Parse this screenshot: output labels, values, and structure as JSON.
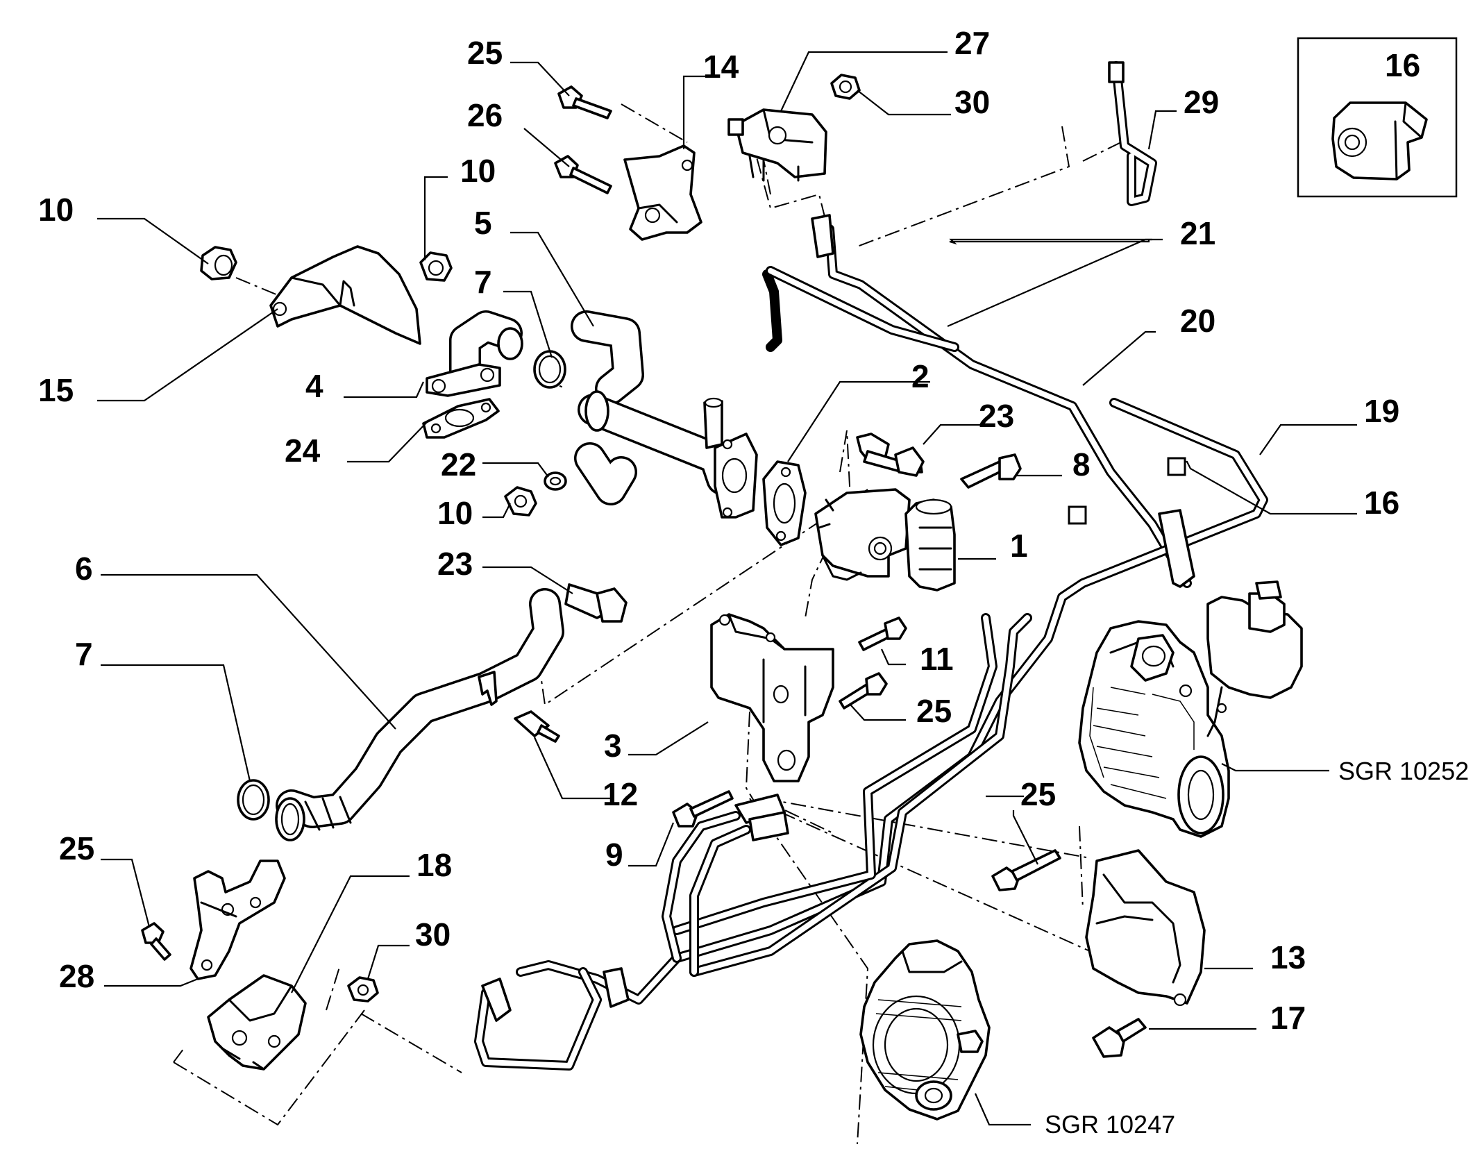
{
  "callouts": [
    {
      "id": "callout-25-a",
      "text": "25"
    },
    {
      "id": "callout-14",
      "text": "14"
    },
    {
      "id": "callout-27",
      "text": "27"
    },
    {
      "id": "callout-30-a",
      "text": "30"
    },
    {
      "id": "callout-29",
      "text": "29"
    },
    {
      "id": "callout-16-a",
      "text": "16"
    },
    {
      "id": "callout-26",
      "text": "26"
    },
    {
      "id": "callout-10-a",
      "text": "10"
    },
    {
      "id": "callout-10-b",
      "text": "10"
    },
    {
      "id": "callout-5",
      "text": "5"
    },
    {
      "id": "callout-21",
      "text": "21"
    },
    {
      "id": "callout-7-a",
      "text": "7"
    },
    {
      "id": "callout-20",
      "text": "20"
    },
    {
      "id": "callout-15",
      "text": "15"
    },
    {
      "id": "callout-4",
      "text": "4"
    },
    {
      "id": "callout-2",
      "text": "2"
    },
    {
      "id": "callout-23-a",
      "text": "23"
    },
    {
      "id": "callout-19",
      "text": "19"
    },
    {
      "id": "callout-24",
      "text": "24"
    },
    {
      "id": "callout-22",
      "text": "22"
    },
    {
      "id": "callout-8",
      "text": "8"
    },
    {
      "id": "callout-16-b",
      "text": "16"
    },
    {
      "id": "callout-10-c",
      "text": "10"
    },
    {
      "id": "callout-1",
      "text": "1"
    },
    {
      "id": "callout-6",
      "text": "6"
    },
    {
      "id": "callout-23-b",
      "text": "23"
    },
    {
      "id": "callout-7-b",
      "text": "7"
    },
    {
      "id": "callout-11",
      "text": "11"
    },
    {
      "id": "callout-25-b",
      "text": "25"
    },
    {
      "id": "callout-3",
      "text": "3"
    },
    {
      "id": "callout-12",
      "text": "12"
    },
    {
      "id": "callout-25-c",
      "text": "25"
    },
    {
      "id": "callout-9",
      "text": "9"
    },
    {
      "id": "callout-25-d",
      "text": "25"
    },
    {
      "id": "callout-18",
      "text": "18"
    },
    {
      "id": "callout-13",
      "text": "13"
    },
    {
      "id": "callout-30-b",
      "text": "30"
    },
    {
      "id": "callout-28",
      "text": "28"
    },
    {
      "id": "callout-17",
      "text": "17"
    }
  ],
  "references": [
    {
      "id": "ref-sgr-10252",
      "text": "SGR 10252"
    },
    {
      "id": "ref-sgr-10247",
      "text": "SGR 10247"
    }
  ]
}
